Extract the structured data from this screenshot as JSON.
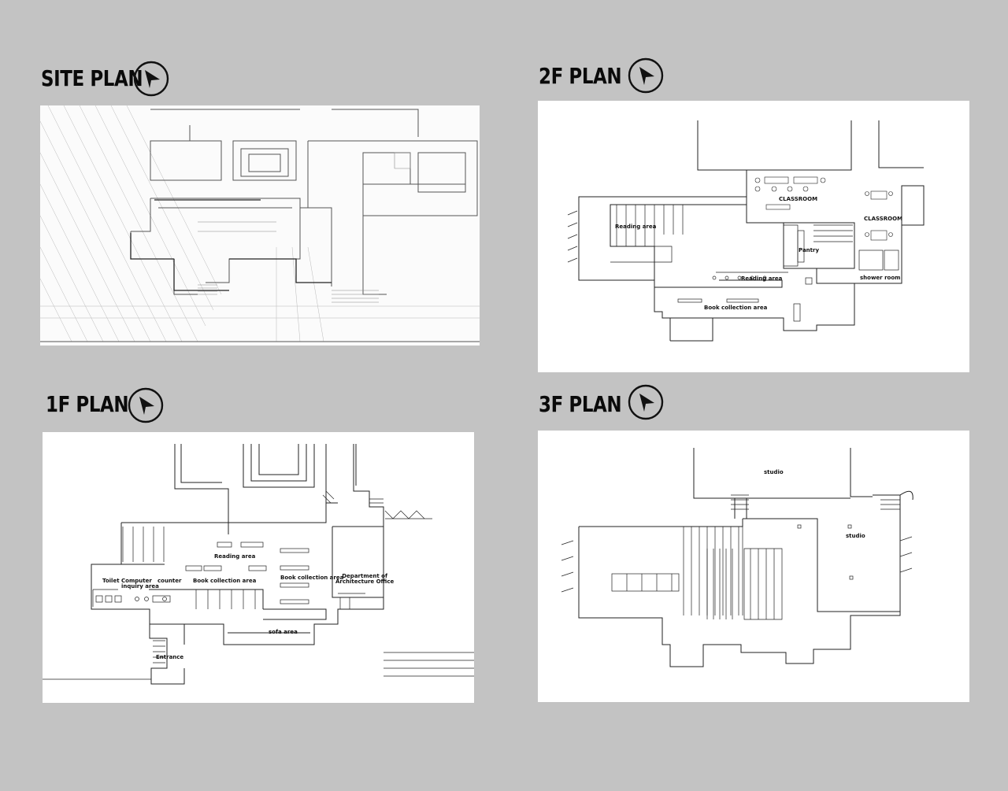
{
  "titles": {
    "site": "SITE PLAN",
    "f2": "2F PLAN",
    "f1": "1F PLAN",
    "f3": "3F PLAN"
  },
  "icons": [
    "north-arrow-icon"
  ],
  "f2_labels": {
    "classroom_1": "CLASSROOM",
    "classroom_2": "CLASSROOM",
    "reading_area_1": "Reading area",
    "pantry": "Pantry",
    "reading_area_2": "Reading area",
    "shower_room": "shower room",
    "book_collection": "Book collection area"
  },
  "f1_labels": {
    "reading_area": "Reading area",
    "toilet": "Toilet",
    "computer_inquiry": "Computer\ninquiry area",
    "counter": "counter",
    "book_collection_1": "Book collection area",
    "book_collection_2": "Book collection area",
    "dept_office": "Department of\nArchitecture Office",
    "sofa_area": "sofa area",
    "entrance": "Entrance"
  },
  "f3_labels": {
    "studio_1": "studio",
    "studio_2": "studio"
  }
}
